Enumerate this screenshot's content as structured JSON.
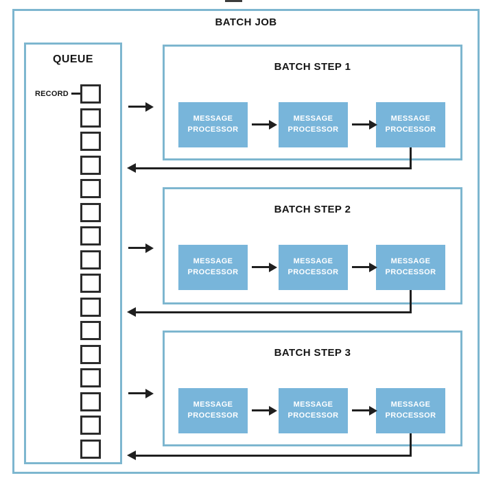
{
  "title": "BATCH JOB",
  "queue": {
    "label": "QUEUE",
    "record_label": "RECORD",
    "record_count": 16
  },
  "steps": [
    {
      "label": "BATCH STEP 1",
      "processors": [
        "MESSAGE\nPROCESSOR",
        "MESSAGE\nPROCESSOR",
        "MESSAGE\nPROCESSOR"
      ]
    },
    {
      "label": "BATCH STEP 2",
      "processors": [
        "MESSAGE\nPROCESSOR",
        "MESSAGE\nPROCESSOR",
        "MESSAGE\nPROCESSOR"
      ]
    },
    {
      "label": "BATCH STEP 3",
      "processors": [
        "MESSAGE\nPROCESSOR",
        "MESSAGE\nPROCESSOR",
        "MESSAGE\nPROCESSOR"
      ]
    }
  ],
  "colors": {
    "accent_border": "#7db6cf",
    "processor_fill": "#78b5da",
    "line": "#1f1f1f",
    "record_border": "#2b2b2b"
  }
}
